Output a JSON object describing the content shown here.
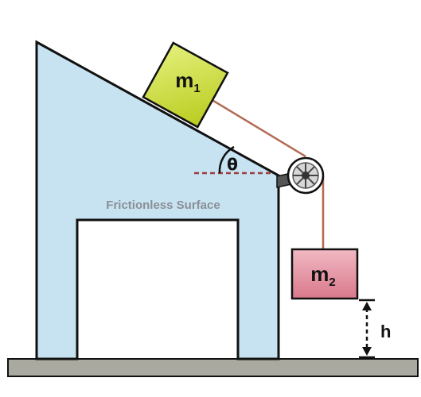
{
  "labels": {
    "mass1": "m",
    "mass1_subscript": "1",
    "mass2": "m",
    "mass2_subscript": "2",
    "angle": "θ",
    "height": "h",
    "surface": "Frictionless Surface"
  },
  "colors": {
    "ramp_fill": "#c7e3f1",
    "block1_fill": "#cfe040",
    "block2_fill": "#e69aa8",
    "rope": "#b36a52",
    "ground": "#a9a9a0",
    "outline": "#111111",
    "angle_dash": "#9c3f3f"
  },
  "icons": {
    "pulley": "pulley-wheel-icon"
  }
}
